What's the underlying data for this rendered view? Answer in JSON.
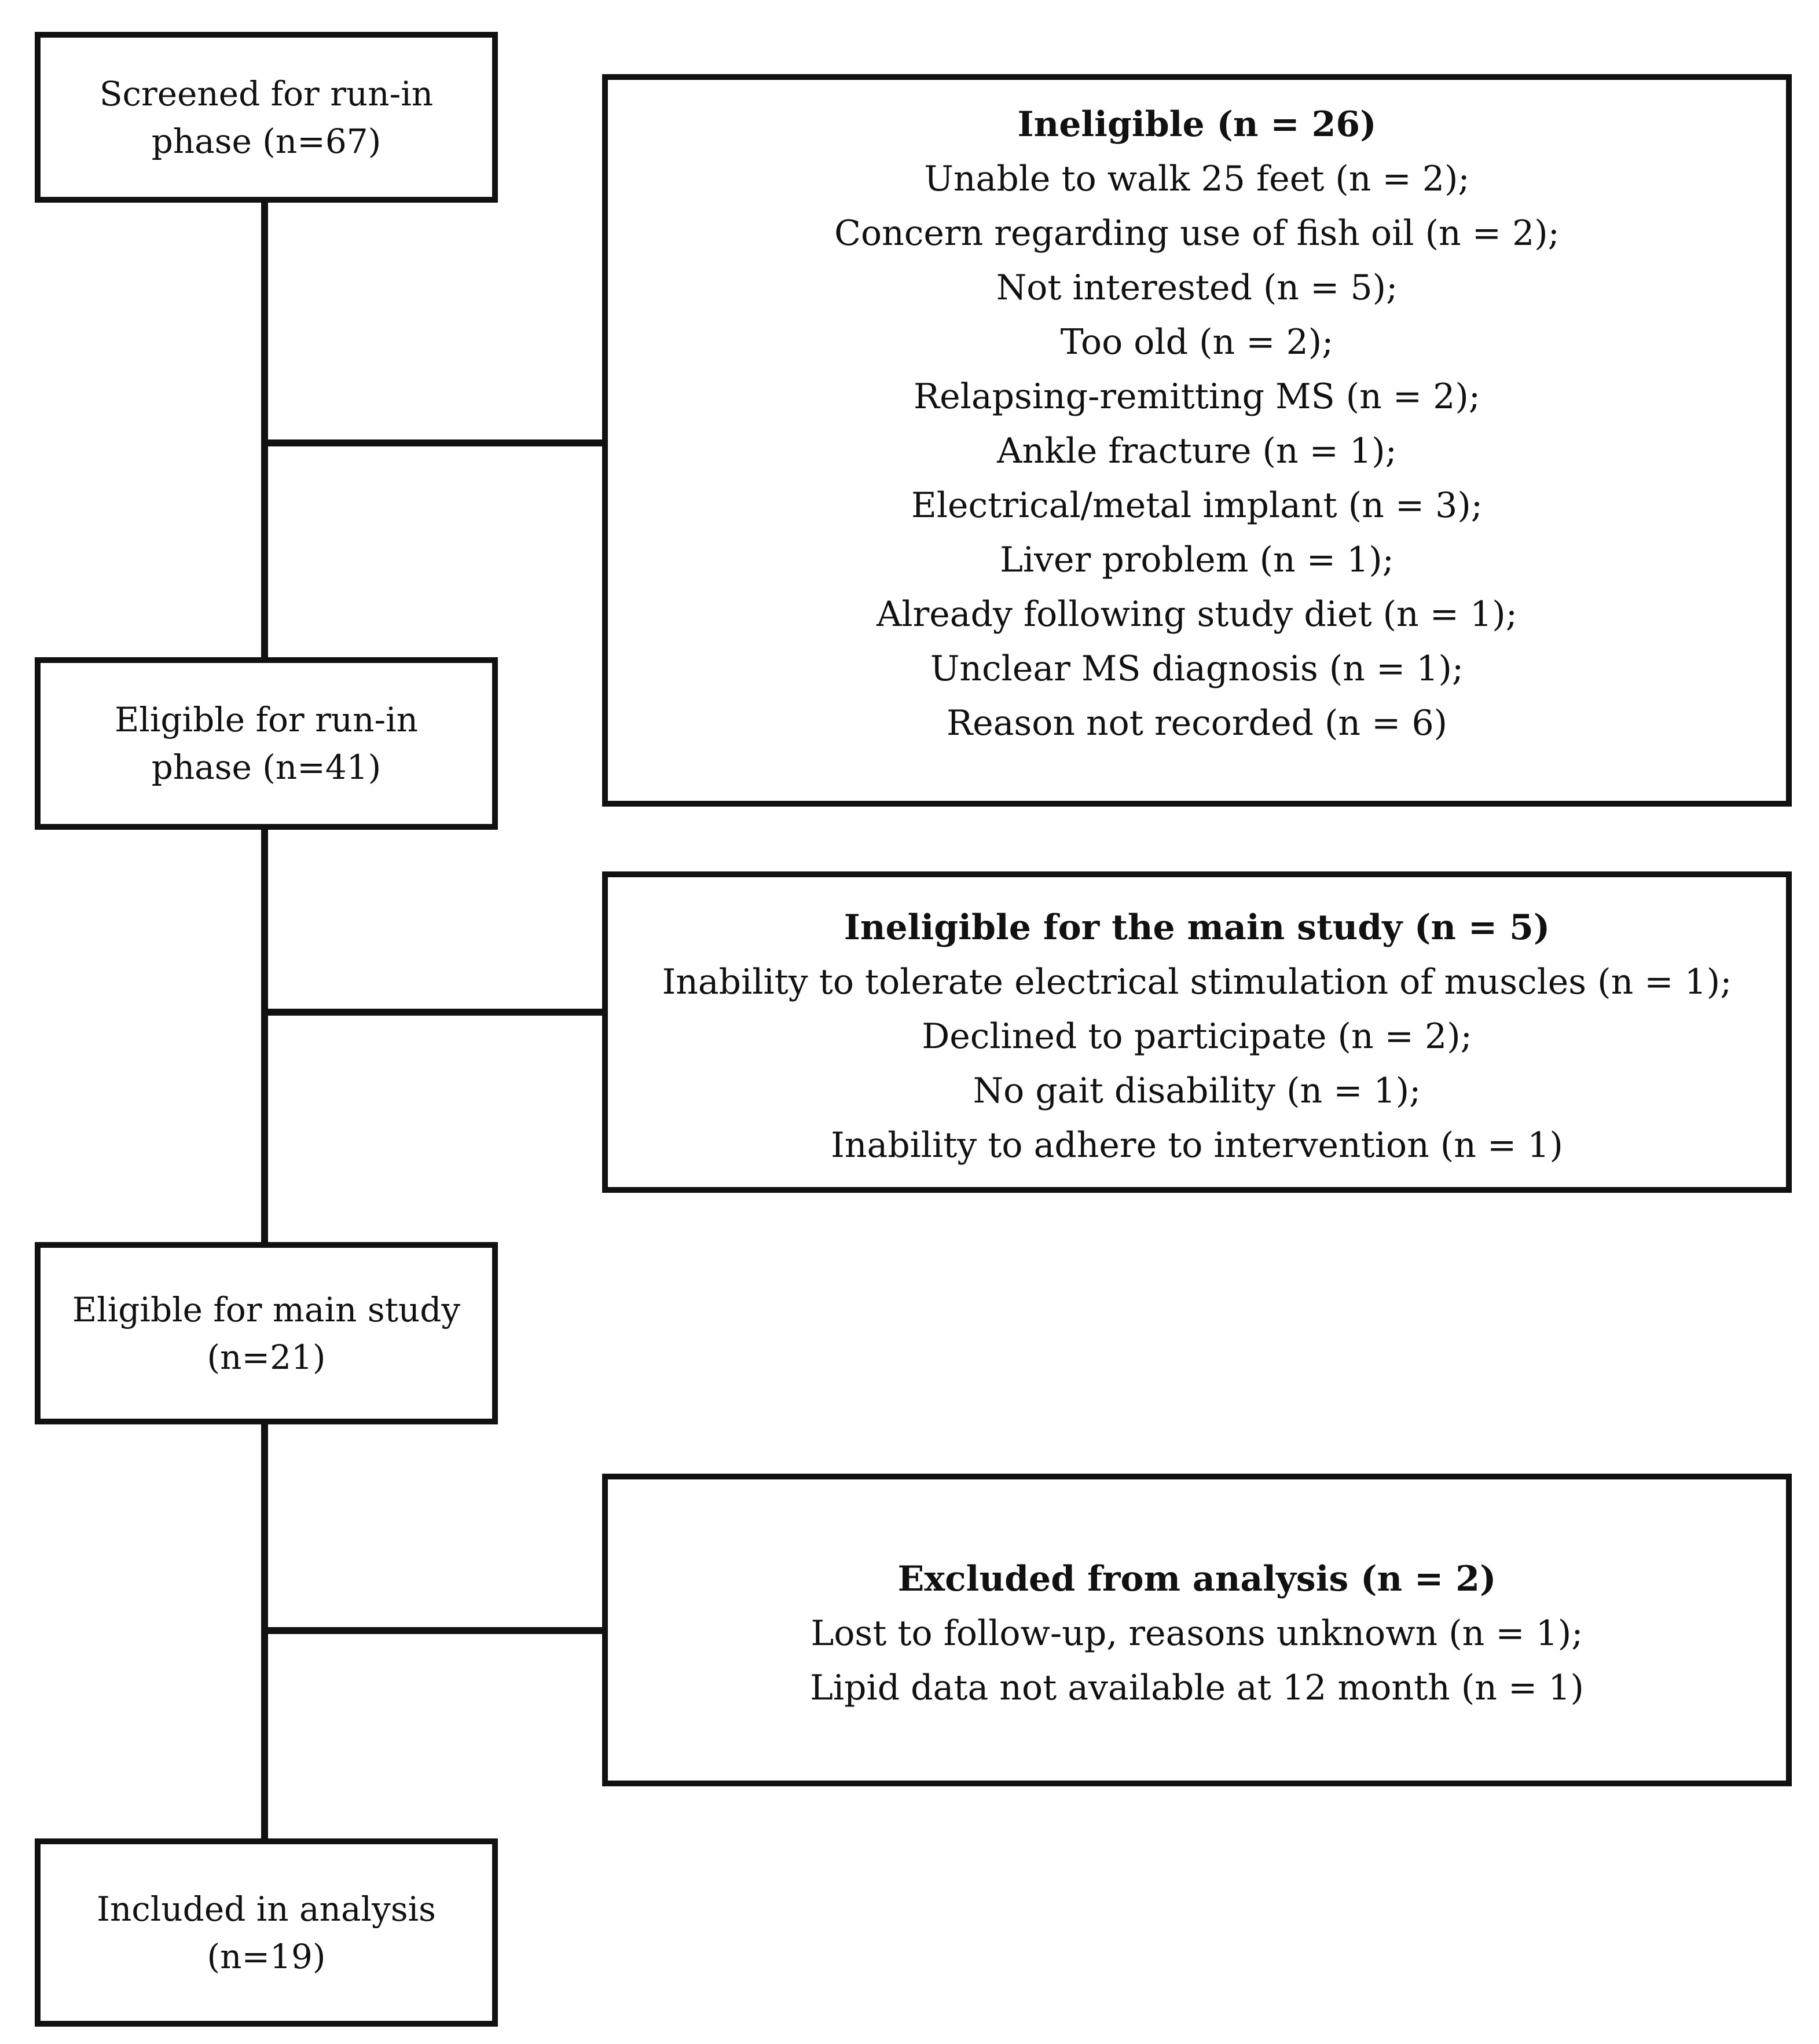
{
  "stages": [
    {
      "line1": "Screened for run-in",
      "line2": "phase (n=67)"
    },
    {
      "line1": "Eligible for run-in",
      "line2": "phase (n=41)"
    },
    {
      "line1": "Eligible for main study",
      "line2": "(n=21)"
    },
    {
      "line1": "Included in analysis",
      "line2": "(n=19)"
    }
  ],
  "exclusions": [
    {
      "heading": "Ineligible (n = 26)",
      "items": [
        "Unable to walk 25 feet (n = 2);",
        "Concern regarding use of fish oil (n = 2);",
        "Not interested (n = 5);",
        "Too old (n = 2);",
        "Relapsing-remitting MS (n = 2);",
        "Ankle fracture (n = 1);",
        "Electrical/metal implant (n = 3);",
        "Liver problem (n = 1);",
        "Already following study diet (n = 1);",
        "Unclear MS diagnosis (n = 1);",
        "Reason not recorded (n = 6)"
      ]
    },
    {
      "heading": "Ineligible for the main study (n = 5)",
      "items": [
        "Inability to tolerate electrical stimulation of muscles (n = 1);",
        "Declined to participate (n = 2);",
        "No gait disability (n = 1);",
        "Inability to adhere to intervention (n = 1)"
      ]
    },
    {
      "heading": "Excluded from analysis (n = 2)",
      "items": [
        "Lost to follow-up, reasons unknown (n = 1);",
        "Lipid data not available at 12 month (n = 1)"
      ]
    }
  ]
}
